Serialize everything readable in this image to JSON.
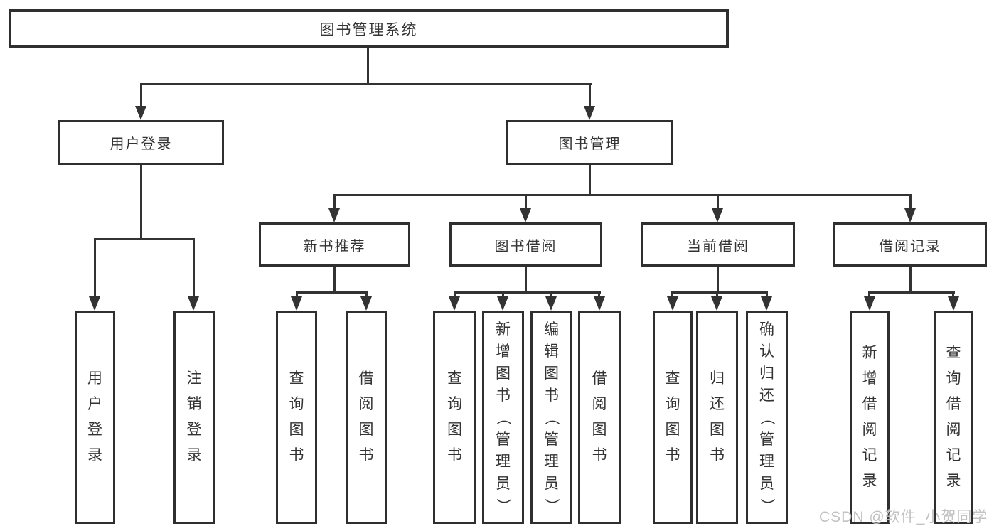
{
  "diagram": {
    "root": {
      "label": "图书管理系统"
    },
    "branches": [
      {
        "label": "用户登录",
        "leaves": [
          {
            "label": "用户登录"
          },
          {
            "label": "注销登录"
          }
        ]
      },
      {
        "label": "图书管理",
        "groups": [
          {
            "label": "新书推荐",
            "leaves": [
              {
                "label": "查询图书"
              },
              {
                "label": "借阅图书"
              }
            ]
          },
          {
            "label": "图书借阅",
            "leaves": [
              {
                "label": "查询图书"
              },
              {
                "label": "新增图书（管理员）"
              },
              {
                "label": "编辑图书（管理员）"
              },
              {
                "label": "借阅图书"
              }
            ]
          },
          {
            "label": "当前借阅",
            "leaves": [
              {
                "label": "查询图书"
              },
              {
                "label": "归还图书"
              },
              {
                "label": "确认归还（管理员）"
              }
            ]
          },
          {
            "label": "借阅记录",
            "leaves": [
              {
                "label": "新增借阅记录"
              },
              {
                "label": "查询借阅记录"
              }
            ]
          }
        ]
      }
    ]
  },
  "watermark": {
    "text": "CSDN @软件_小贺同学"
  },
  "colors": {
    "line": "#333333",
    "text": "#333333",
    "box_border": "#2f2f2f",
    "background": "#ffffff",
    "watermark": "#c2c2c2"
  }
}
